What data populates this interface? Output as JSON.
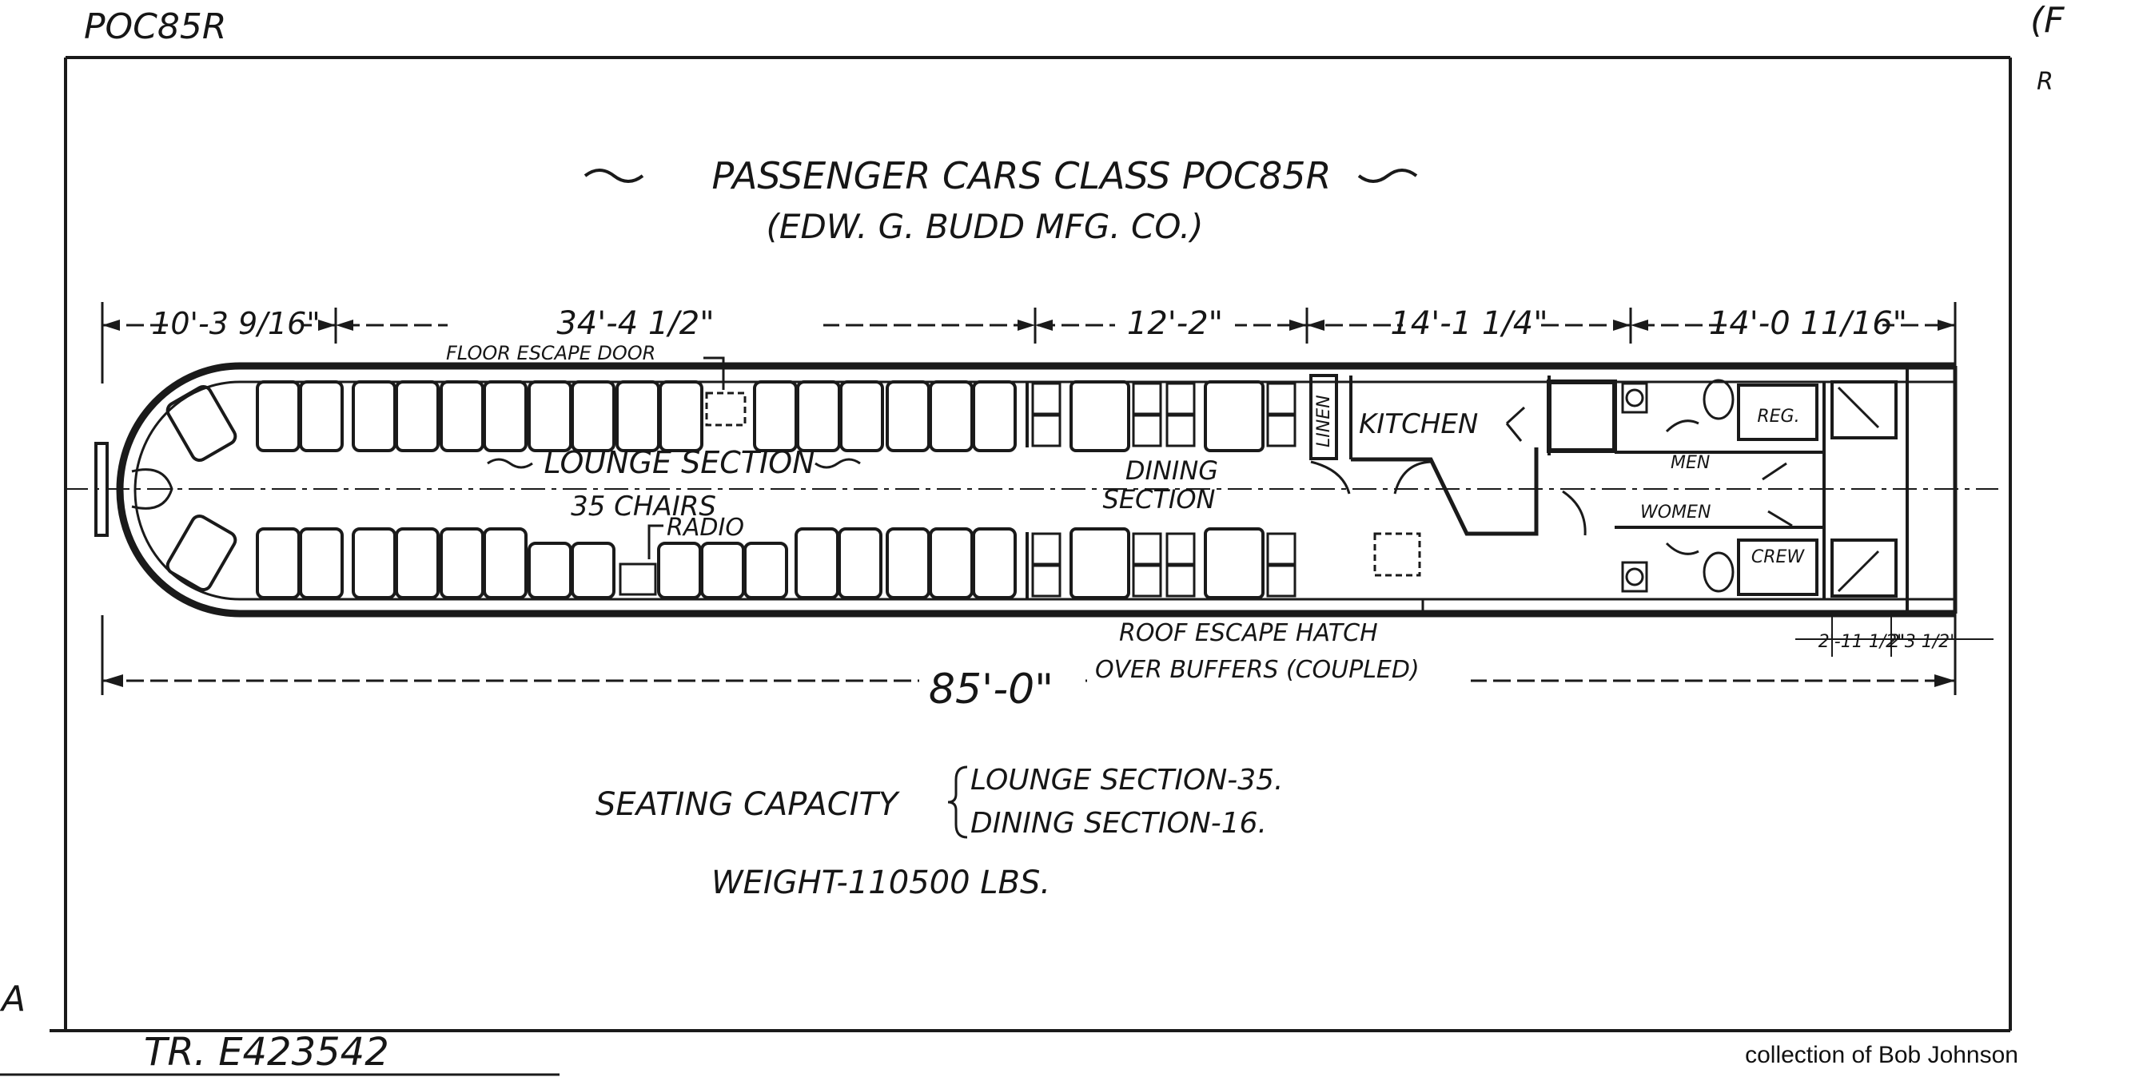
{
  "drawing": {
    "corner_code": "POC85R",
    "corner_mark_left": "A",
    "right_edge_fragment_top": "(F",
    "right_edge_fragment_sub": "R",
    "title_line1": "PASSENGER CARS CLASS POC85R",
    "title_line2": "(EDW. G. BUDD MFG. CO.)",
    "tr_number": "TR. E423542",
    "credit": "collection of Bob Johnson"
  },
  "dimensions": {
    "d1": "10'-3 9/16\"",
    "d2": "34'-4 1/2\"",
    "d3": "12'-2\"",
    "d4": "14'-1 1/4\"",
    "d5": "14'-0 11/16\"",
    "overall": "85'-0\"",
    "overall_note": "OVER BUFFERS (COUPLED)",
    "small_a": "2'-11 1/2\"",
    "small_b": "2'3 1/2\""
  },
  "plan_labels": {
    "floor_escape_door": "FLOOR ESCAPE DOOR",
    "lounge_section": "LOUNGE SECTION",
    "chairs": "35 CHAIRS",
    "radio": "RADIO",
    "dining_section_1": "DINING",
    "dining_section_2": "SECTION",
    "linen": "LINEN",
    "kitchen": "KITCHEN",
    "men": "MEN",
    "women": "WOMEN",
    "reg": "REG.",
    "crew": "CREW",
    "roof_escape_hatch": "ROOF ESCAPE HATCH"
  },
  "specs": {
    "seating_label": "SEATING CAPACITY",
    "lounge_capacity": "LOUNGE SECTION-35.",
    "dining_capacity": "DINING SECTION-16.",
    "weight": "WEIGHT-110500 LBS."
  }
}
